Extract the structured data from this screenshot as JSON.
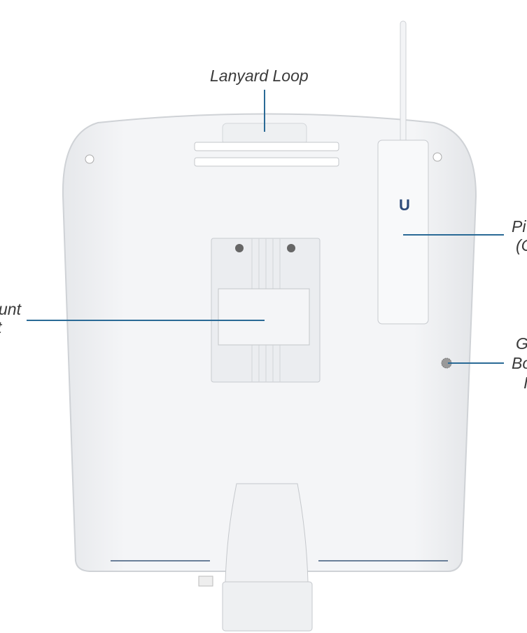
{
  "labels": {
    "lanyard_loop": "Lanyard Loop",
    "mount_line1": "unt",
    "mount_line2": "t",
    "pico_line1": "Pi",
    "pico_line2": "(C",
    "ground_line1": "G",
    "ground_line2": "Bo",
    "ground_line3": "I"
  },
  "colors": {
    "callout_line": "#2a6a96",
    "device_body": "#f2f3f5",
    "outline": "#c9ccd1"
  },
  "device_logo": "U"
}
